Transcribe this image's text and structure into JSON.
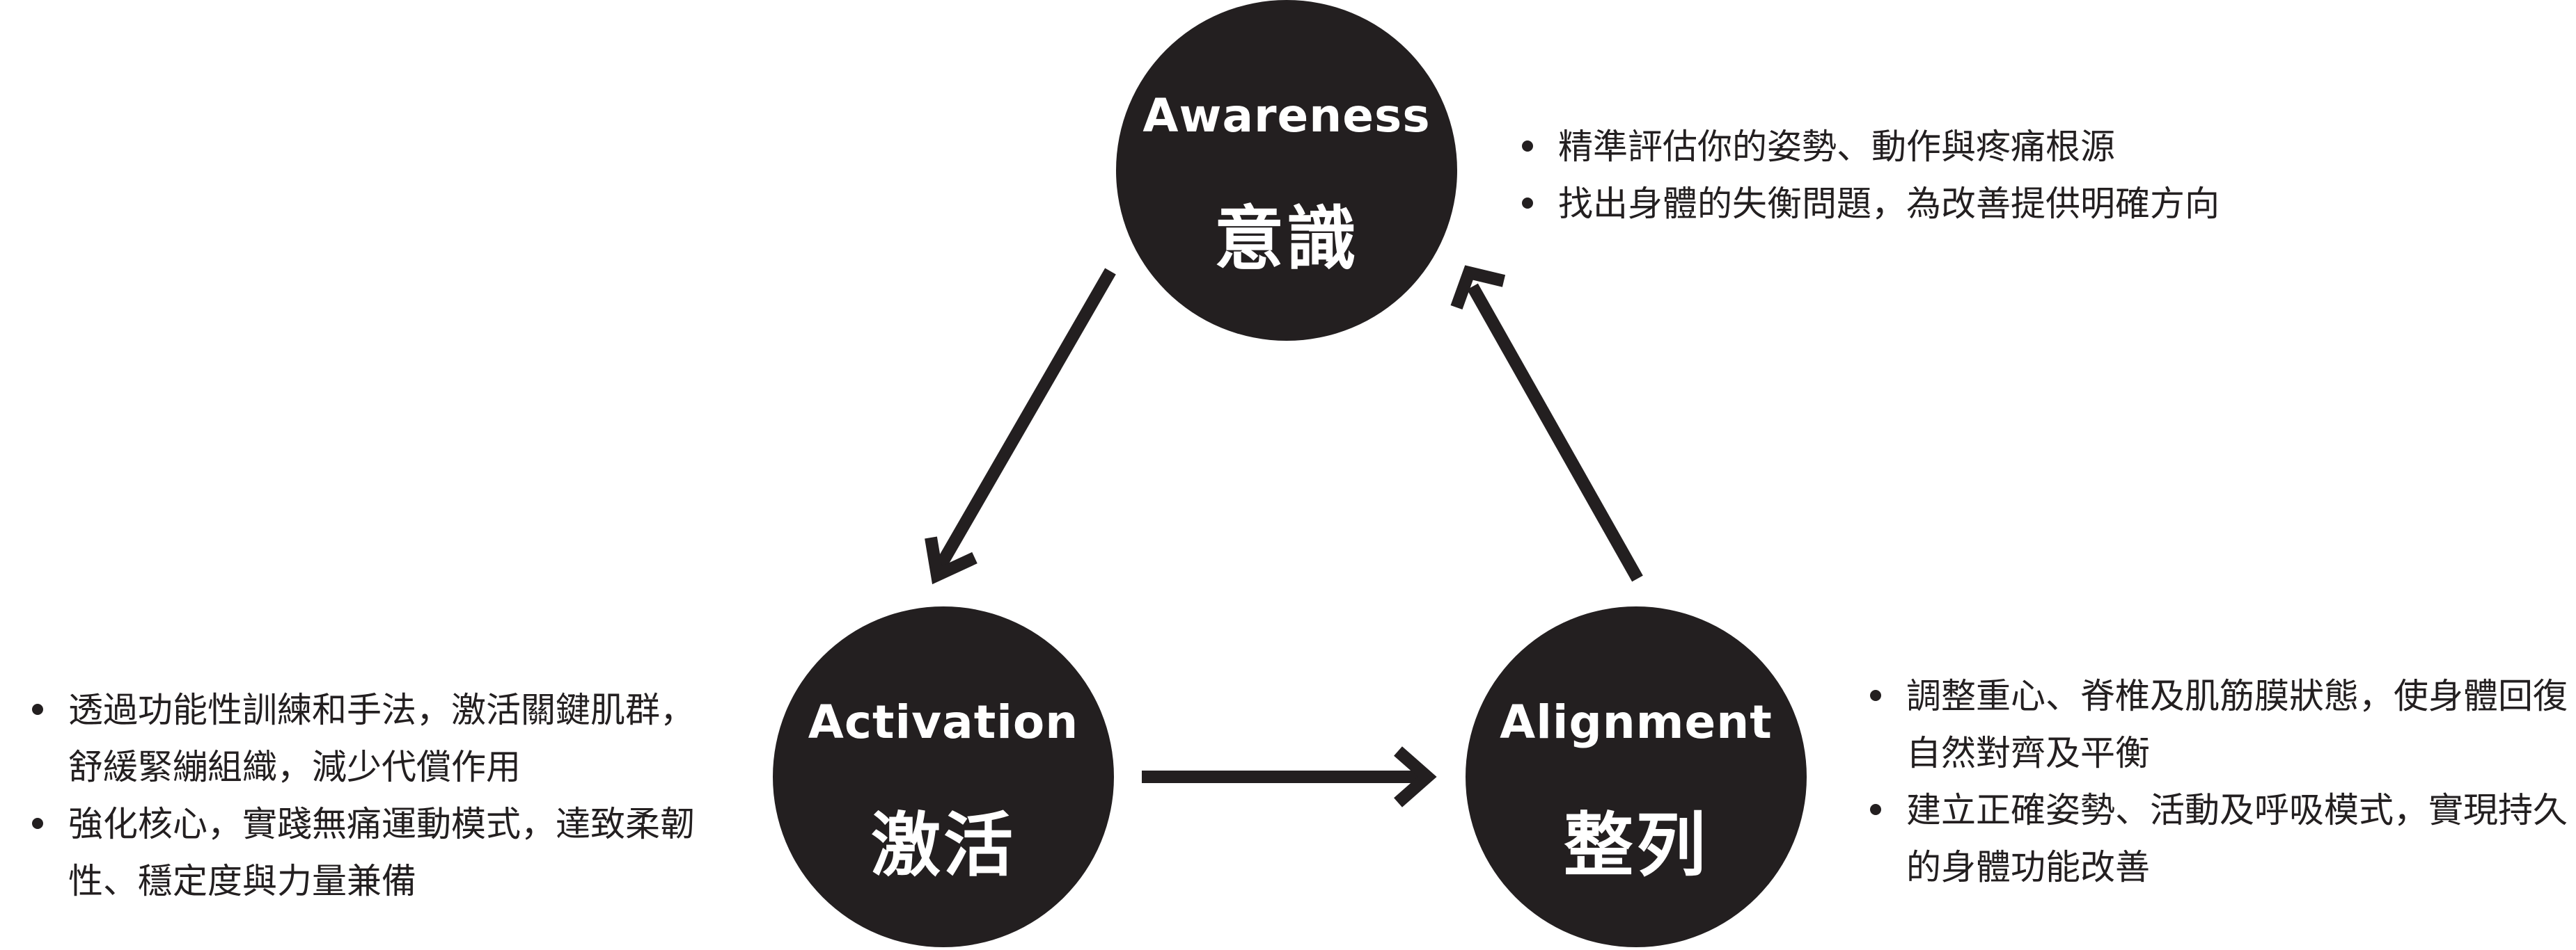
{
  "nodes": {
    "awareness": {
      "en": "Awareness",
      "zh": "意識"
    },
    "activation": {
      "en": "Activation",
      "zh": "激活"
    },
    "alignment": {
      "en": "Alignment",
      "zh": "整列"
    }
  },
  "notes": {
    "awareness": [
      "精準評估你的姿勢、動作與疼痛根源",
      "找出身體的失衡問題，為改善提供明確方向"
    ],
    "activation": [
      "透過功能性訓練和手法，激活關鍵肌群，舒緩緊繃組織，減少代償作用",
      "強化核心，實踐無痛運動模式，達致柔韌性、穩定度與力量兼備"
    ],
    "alignment": [
      "調整重心、脊椎及肌筋膜狀態，使身體回復自然對齊及平衡",
      "建立正確姿勢、活動及呼吸模式，實現持久 的身體功能改善"
    ]
  },
  "colors": {
    "node_fill": "#231f20",
    "node_text": "#ffffff",
    "arrow": "#231f20",
    "text": "#231f20",
    "background": "#ffffff"
  }
}
